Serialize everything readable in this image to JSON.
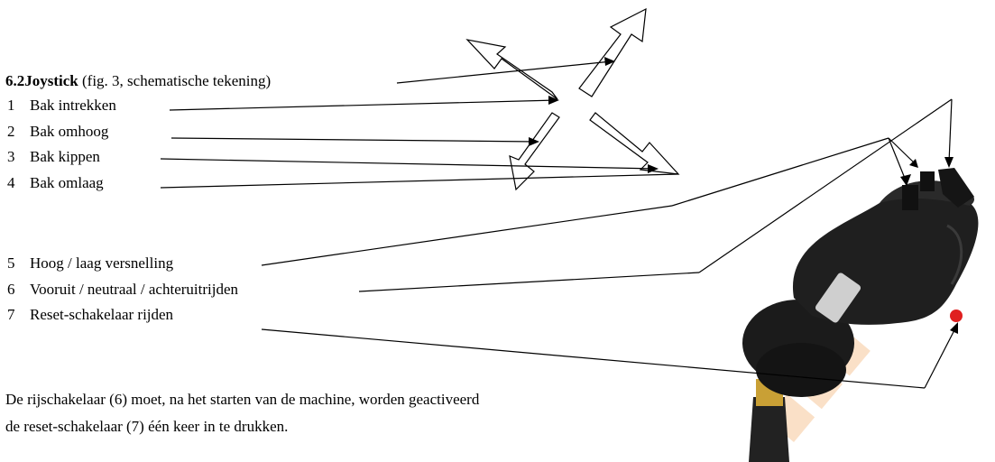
{
  "heading": {
    "number_title": "6.2Joystick",
    "rest": " (fig.  3, schematische tekening)"
  },
  "items": [
    {
      "num": "1",
      "label": "Bak intrekken"
    },
    {
      "num": "2",
      "label": "Bak omhoog"
    },
    {
      "num": "3",
      "label": "Bak kippen"
    },
    {
      "num": "4",
      "label": "Bak omlaag"
    },
    {
      "num": "5",
      "label": "Hoog / laag versnelling"
    },
    {
      "num": "6",
      "label": "Vooruit / neutraal / achteruitrijden"
    },
    {
      "num": "7",
      "label": "Reset-schakelaar rijden"
    }
  ],
  "paragraph": {
    "line1": "De rijschakelaar (6) moet, na het starten van de machine, worden geactiveerd",
    "line2": "de reset-schakelaar (7) één keer in te drukken."
  },
  "watermark_text": "PROBE",
  "colors": {
    "joystick_body": "#1b1b1b",
    "indicator_red": "#e02020",
    "label_plate": "#cfcfcf",
    "watermark": "#f6c79a"
  }
}
